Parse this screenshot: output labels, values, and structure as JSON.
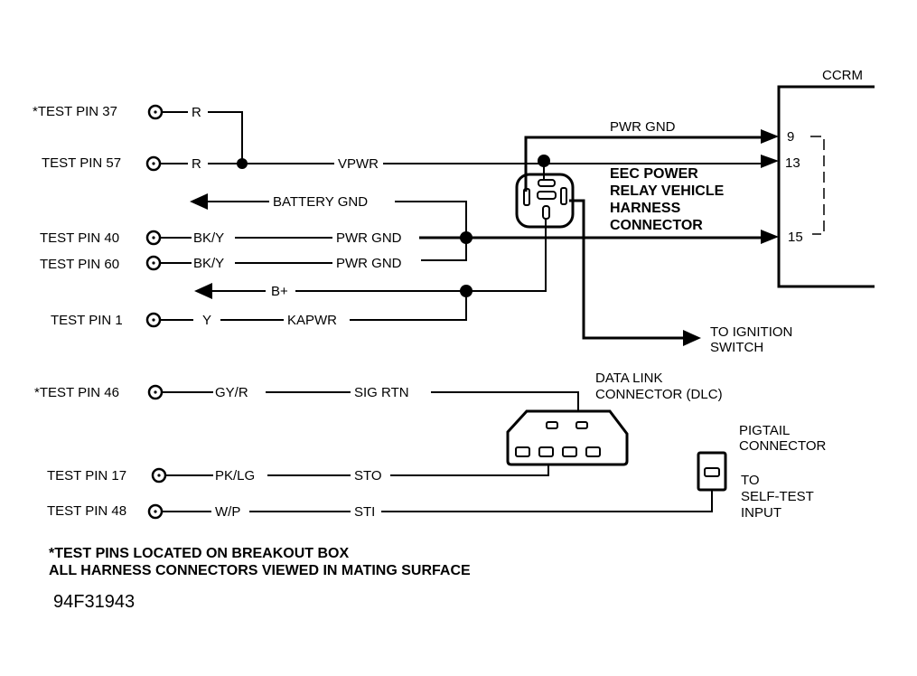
{
  "module": {
    "name": "CCRM",
    "pins": [
      "9",
      "13",
      "15"
    ]
  },
  "test_pins": [
    {
      "label": "*TEST PIN 37",
      "wire_color": "R",
      "signal": ""
    },
    {
      "label": "TEST PIN 57",
      "wire_color": "R",
      "signal": "VPWR"
    },
    {
      "label": "TEST PIN 40",
      "wire_color": "BK/Y",
      "signal": "PWR GND"
    },
    {
      "label": "TEST PIN 60",
      "wire_color": "BK/Y",
      "signal": "PWR GND"
    },
    {
      "label": "TEST PIN 1",
      "wire_color": "Y",
      "signal": "KAPWR"
    },
    {
      "label": "*TEST PIN 46",
      "wire_color": "GY/R",
      "signal": "SIG RTN"
    },
    {
      "label": "TEST PIN 17",
      "wire_color": "PK/LG",
      "signal": "STO"
    },
    {
      "label": "TEST PIN 48",
      "wire_color": "W/P",
      "signal": "STI"
    }
  ],
  "wires": {
    "battery_gnd": "BATTERY GND",
    "b_plus": "B+",
    "pwr_gnd_top": "PWR GND"
  },
  "connectors": {
    "eec_relay": [
      "EEC POWER",
      "RELAY VEHICLE",
      "HARNESS",
      "CONNECTOR"
    ],
    "ignition": [
      "TO IGNITION",
      "SWITCH"
    ],
    "dlc": [
      "DATA LINK",
      "CONNECTOR (DLC)"
    ],
    "pigtail": [
      "PIGTAIL",
      "CONNECTOR"
    ],
    "self_test": [
      "TO",
      "SELF-TEST",
      "INPUT"
    ]
  },
  "notes": [
    "*TEST PINS LOCATED ON BREAKOUT BOX",
    "ALL HARNESS CONNECTORS VIEWED IN MATING SURFACE"
  ],
  "figure_id": "94F31943"
}
